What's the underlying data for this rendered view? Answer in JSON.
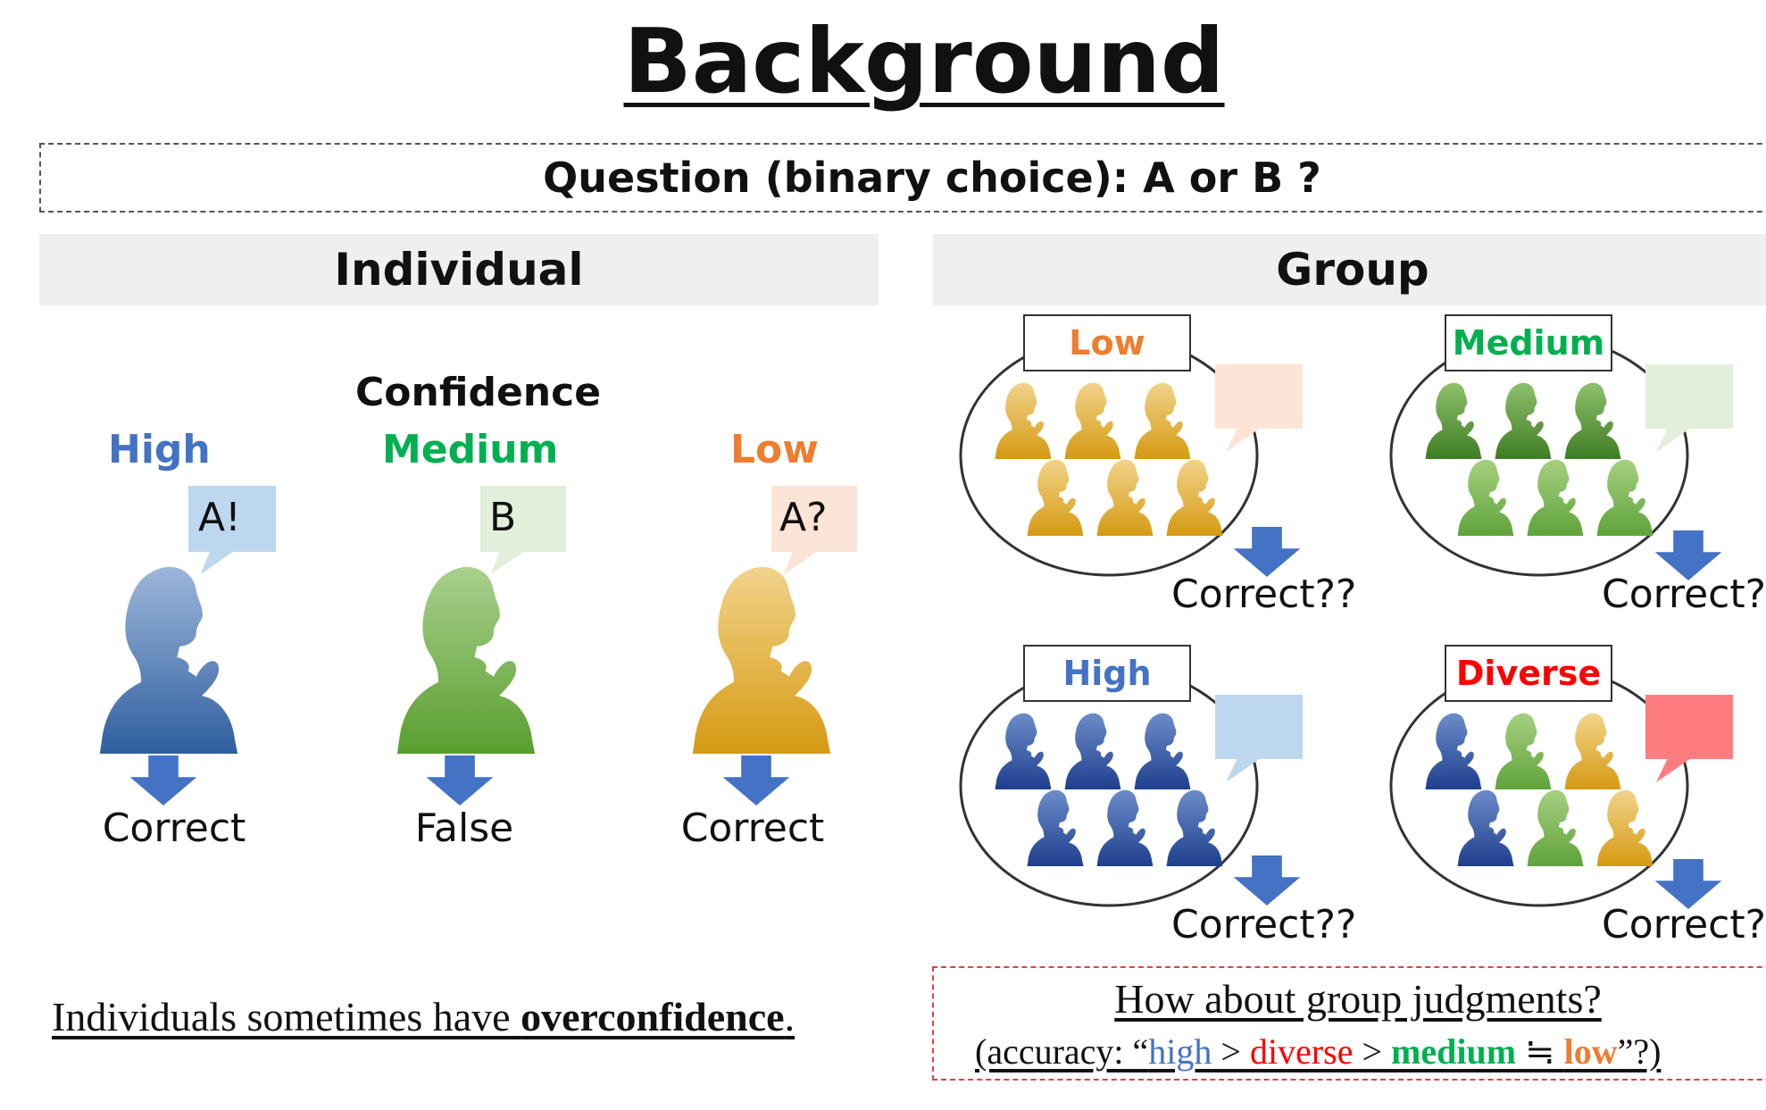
{
  "title": "Background",
  "question": "Question (binary choice): A or B ?",
  "individual": {
    "header": "Individual",
    "confidence_label": "Confidence",
    "persons": [
      {
        "level": "High",
        "level_color": "#4472C4",
        "answer": "A!",
        "result": "Correct"
      },
      {
        "level": "Medium",
        "level_color": "#00B050",
        "answer": "B",
        "result": "False"
      },
      {
        "level": "Low",
        "level_color": "#ED7D31",
        "answer": "A?",
        "result": "Correct"
      }
    ],
    "note_prefix": "Individuals sometimes have ",
    "note_bold": "overconfidence",
    "note_suffix": "."
  },
  "group": {
    "header": "Group",
    "groups": [
      {
        "label": "Low",
        "label_color": "#ED7D31",
        "result": "Correct??"
      },
      {
        "label": "Medium",
        "label_color": "#00B050",
        "result": "Correct??"
      },
      {
        "label": "High",
        "label_color": "#4472C4",
        "result": "Correct??"
      },
      {
        "label": "Diverse",
        "label_color": "#FF0000",
        "result": "Correct??"
      }
    ],
    "question_line1": "How about group judgments?",
    "question_line2": {
      "open": "(accuracy: “",
      "high": "high",
      "gt1": " > ",
      "diverse": "diverse",
      "gt2": " > ",
      "medium": "medium",
      "approx": " ≒ ",
      "low": "low",
      "close": "”?)"
    }
  },
  "colors": {
    "blue": "#4472C4",
    "green": "#00B050",
    "orange": "#ED7D31",
    "red": "#FF0000",
    "arrow": "#4472C4"
  }
}
